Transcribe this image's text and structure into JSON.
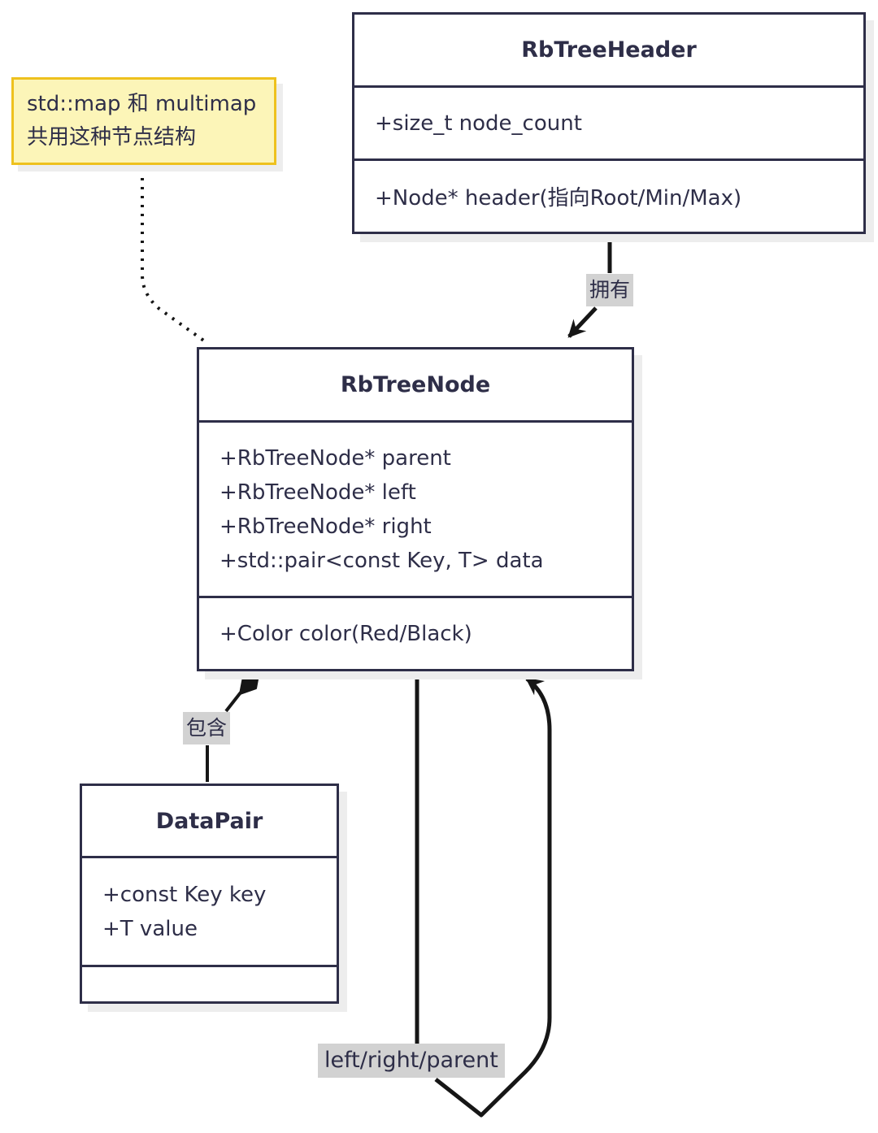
{
  "note": {
    "lines": [
      "std::map 和 multimap",
      "共用这种节点结构"
    ]
  },
  "classes": [
    {
      "name": "RbTreeHeader",
      "attributes": [
        "+size_t node_count"
      ],
      "methods": [
        "+Node* header(指向Root/Min/Max)"
      ]
    },
    {
      "name": "RbTreeNode",
      "attributes": [
        "+RbTreeNode* parent",
        "+RbTreeNode* left",
        "+RbTreeNode* right",
        "+std::pair<const Key, T> data"
      ],
      "methods": [
        "+Color color(Red/Black)"
      ]
    },
    {
      "name": "DataPair",
      "attributes": [
        "+const Key key",
        "+T value"
      ],
      "methods": []
    }
  ],
  "edges": {
    "owns": {
      "label": "拥有",
      "from": "RbTreeHeader",
      "to": "RbTreeNode",
      "type": "arrow"
    },
    "contains": {
      "label": "包含",
      "from": "RbTreeNode",
      "to": "DataPair",
      "type": "composition"
    },
    "self_loop": {
      "label": "left/right/parent",
      "from": "RbTreeNode",
      "to": "RbTreeNode",
      "type": "arrow"
    },
    "note_link": {
      "from": "note",
      "to": "RbTreeNode",
      "type": "dotted"
    }
  },
  "colors": {
    "background": "#ffffff",
    "box_border": "#2e2e48",
    "text": "#2e2e48",
    "edge": "#161616",
    "edge_label_bg": "#d2d2d2",
    "note_bg": "#fcf5b8",
    "note_border": "#eec11e",
    "shadow": "#ededed"
  }
}
